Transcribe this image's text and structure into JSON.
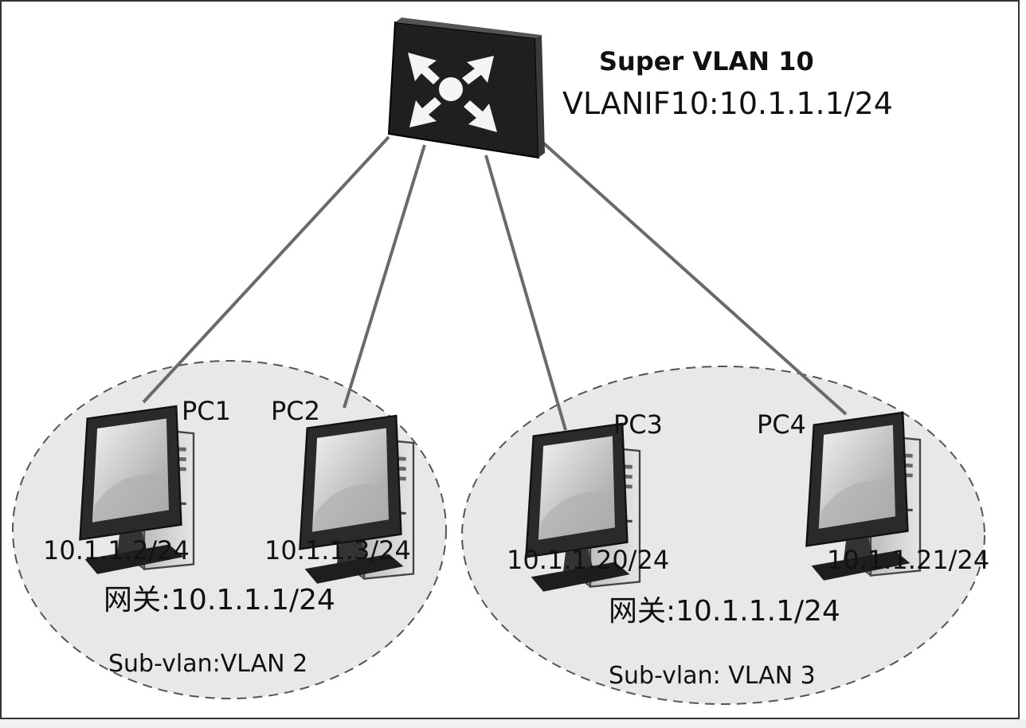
{
  "switch": {
    "name": "Super VLAN 10",
    "interface": "VLANIF10:10.1.1.1/24",
    "icon": "layer3-switch-icon"
  },
  "groups": [
    {
      "label": "Sub-vlan:VLAN 2",
      "gateway": "网关:10.1.1.1/24",
      "pcs": [
        {
          "name": "PC1",
          "ip": "10.1.1.2/24",
          "icon": "desktop-pc-icon"
        },
        {
          "name": "PC2",
          "ip": "10.1.1.3/24",
          "icon": "desktop-pc-icon"
        }
      ]
    },
    {
      "label": "Sub-vlan: VLAN 3",
      "gateway": "网关:10.1.1.1/24",
      "pcs": [
        {
          "name": "PC3",
          "ip": "10.1.1.20/24",
          "icon": "desktop-pc-icon"
        },
        {
          "name": "PC4",
          "ip": "10.1.1.21/24",
          "icon": "desktop-pc-icon"
        }
      ]
    }
  ],
  "colors": {
    "switch_body": "#1f1f1f",
    "link": "#6a6a6a",
    "ellipse_fill": "#e8e8e8",
    "ellipse_stroke": "#555555"
  }
}
